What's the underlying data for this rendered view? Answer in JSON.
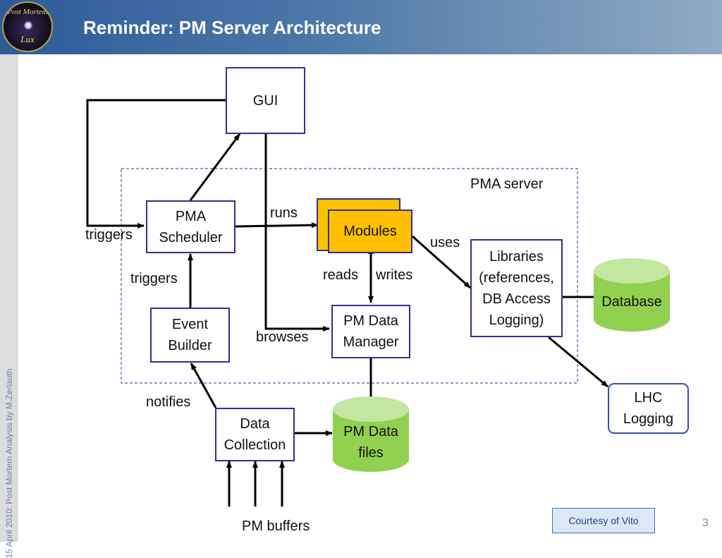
{
  "slide": {
    "title": "Reminder: PM Server Architecture",
    "footer_text": "15 April 2010: Post Mortem Analysis by M.Zerlauth",
    "courtesy": "Courtesy of Vito",
    "page_number": "3",
    "logo": {
      "top_text": "Post Mortem",
      "bottom_text": "Lux"
    }
  },
  "diagram": {
    "server_label": "PMA server",
    "nodes": {
      "gui": "GUI",
      "scheduler": [
        "PMA",
        "Scheduler"
      ],
      "modules": "Modules",
      "libraries": [
        "Libraries",
        "(references,",
        "DB Access",
        "Logging)"
      ],
      "database": "Database",
      "event_builder": [
        "Event",
        "Builder"
      ],
      "data_manager": [
        "PM Data",
        "Manager"
      ],
      "data_collection": [
        "Data",
        "Collection"
      ],
      "data_files": [
        "PM Data",
        "files"
      ],
      "lhc_logging": [
        "LHC",
        "Logging"
      ],
      "pm_buffers": "PM buffers"
    },
    "edge_labels": {
      "triggers_gui": "triggers",
      "runs": "runs",
      "uses": "uses",
      "triggers_event": "triggers",
      "reads": "reads",
      "writes": "writes",
      "browses": "browses",
      "notifies": "notifies"
    },
    "colors": {
      "box_border": "#2e3192",
      "module_fill": "#ffc000",
      "cylinder_fill": "#92d050",
      "cylinder_top": "#c3e6a1",
      "dashed_border": "#2e3192"
    }
  }
}
